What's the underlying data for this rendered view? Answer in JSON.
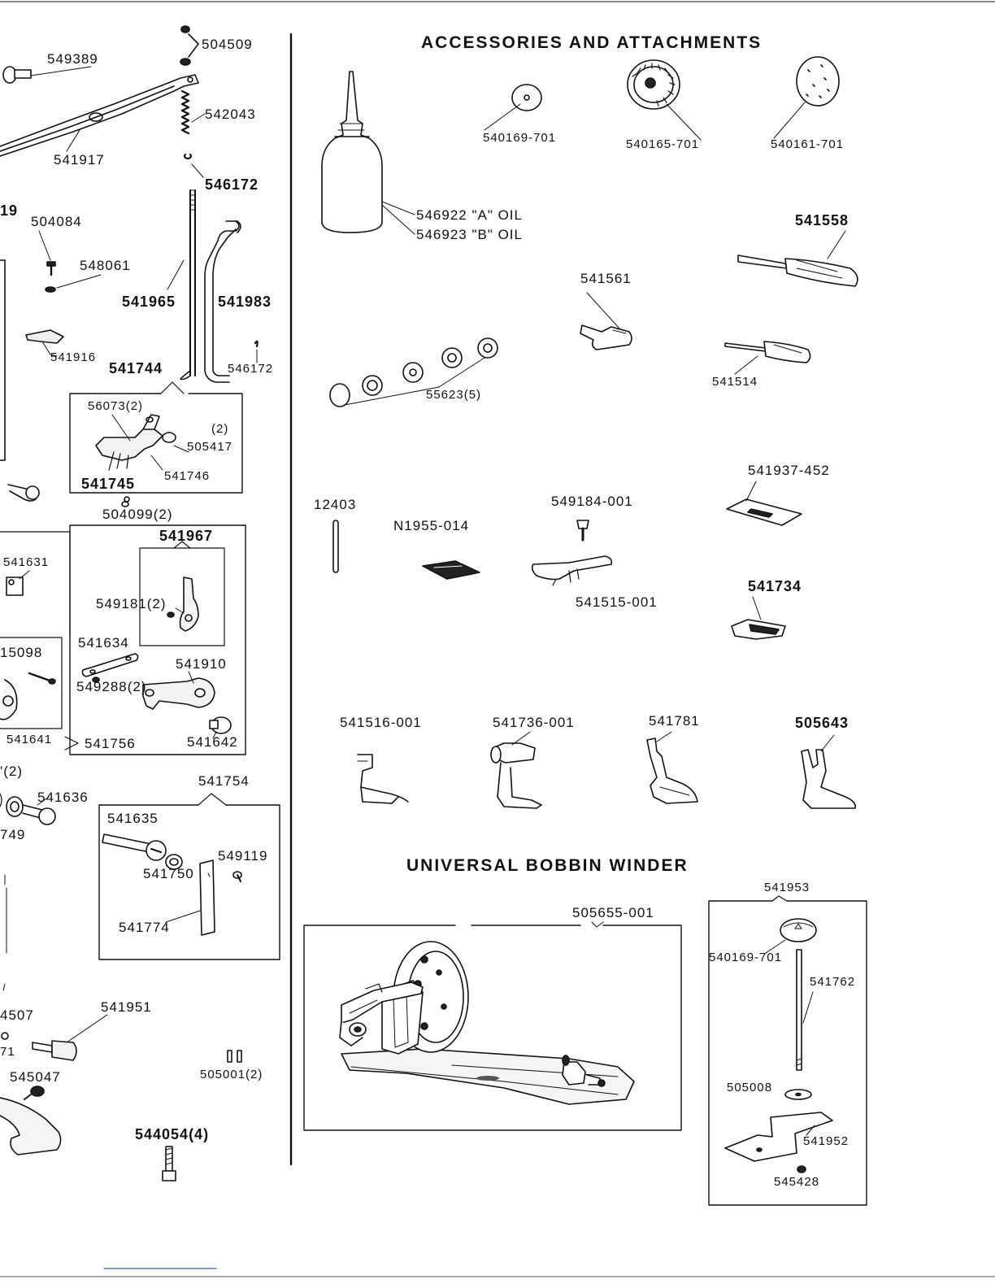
{
  "headings": {
    "accessories": "ACCESSORIES  AND  ATTACHMENTS",
    "bobbin_winder": "UNIVERSAL  BOBBIN  WINDER"
  },
  "left_parts": {
    "p504509": "504509",
    "p549389": "549389",
    "p542043": "542043",
    "p541917": "541917",
    "p546172a": "546172",
    "p19": "19",
    "p504084": "504084",
    "p548061": "548061",
    "p541965": "541965",
    "p541983": "541983",
    "p541916": "541916",
    "p541744": "541744",
    "p546172b": "546172",
    "p56073": "56073(2)",
    "p2": "(2)",
    "p505417": "505417",
    "p541746": "541746",
    "p541745": "541745",
    "p504099": "504099(2)",
    "p541967": "541967",
    "p541631": "541631",
    "p549181": "549181(2)",
    "p15098": "15098",
    "p541634": "541634",
    "p541910": "541910",
    "p549288": "549288(2)",
    "p541641": "541641",
    "p541756": "541756",
    "p541642": "541642",
    "pq2": "'(2)",
    "p541754": "541754",
    "p541636": "541636",
    "p749": "749",
    "p541635": "541635",
    "p549119": "549119",
    "p541750": "541750",
    "p541774": "541774",
    "p4507": "4507",
    "p541951": "541951",
    "p71": "71",
    "p545047": "545047",
    "p505001": "505001(2)",
    "p544054": "544054(4)"
  },
  "accessory_parts": {
    "p540169a": "540169-701",
    "p540165": "540165-701",
    "p540161": "540161-701",
    "p546922": "546922 \"A\" OIL",
    "p546923": "546923 \"B\" OIL",
    "p541558": "541558",
    "p541561": "541561",
    "p55623": "55623(5)",
    "p541514": "541514",
    "p541937": "541937-452",
    "p12403": "12403",
    "p549184": "549184-001",
    "pN1955": "N1955-014",
    "p541515": "541515-001",
    "p541734": "541734",
    "p541516": "541516-001",
    "p541736": "541736-001",
    "p541781": "541781",
    "p505643": "505643"
  },
  "bobbin_parts": {
    "p505655": "505655-001",
    "p541953": "541953",
    "p540169b": "540169-701",
    "p541762": "541762",
    "p505008": "505008",
    "p541952": "541952",
    "p545428": "545428"
  }
}
